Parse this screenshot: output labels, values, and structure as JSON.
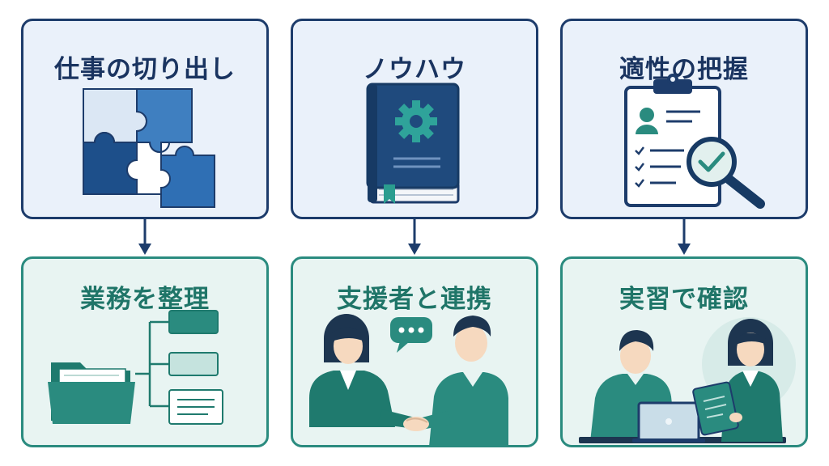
{
  "steps": [
    {
      "title": "仕事の切り出し",
      "icon": "puzzle-icon"
    },
    {
      "title": "ノウハウ",
      "icon": "manual-book-icon"
    },
    {
      "title": "適性の把握",
      "icon": "clipboard-magnifier-icon"
    }
  ],
  "outcomes": [
    {
      "title": "業務を整理",
      "icon": "folder-tree-icon"
    },
    {
      "title": "支援者と連携",
      "icon": "handshake-icon"
    },
    {
      "title": "実習で確認",
      "icon": "work-practice-icon"
    }
  ],
  "colors": {
    "navy": "#1d3c6b",
    "top_bg": "#eaf1fa",
    "teal": "#2a8b7f",
    "bottom_bg": "#e8f4f2"
  }
}
